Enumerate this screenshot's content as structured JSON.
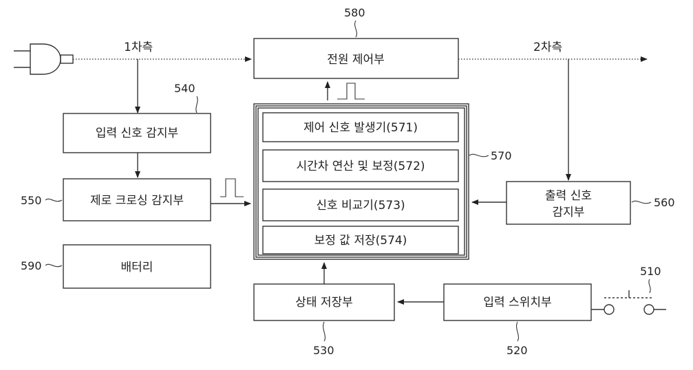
{
  "blocks": {
    "power_control": "전원 제어부",
    "input_detect": "입력 신호 감지부",
    "zero_cross": "제로 크로싱 감지부",
    "battery": "배터리",
    "status_store": "상태 저장부",
    "input_switch": "입력 스위치부",
    "output_detect_line1": "출력 신호",
    "output_detect_line2": "감지부"
  },
  "sub_blocks": {
    "control_gen": "제어 신호 발생기(571)",
    "time_diff": "시간차 연산 및 보정(572)",
    "comparator": "신호 비교기(573)",
    "correction_store": "보정 값 저장(574)"
  },
  "side_labels": {
    "primary": "1차측",
    "secondary": "2차측"
  },
  "refs": {
    "r580": "580",
    "r540": "540",
    "r550": "550",
    "r590": "590",
    "r570": "570",
    "r560": "560",
    "r510": "510",
    "r530": "530",
    "r520": "520"
  }
}
